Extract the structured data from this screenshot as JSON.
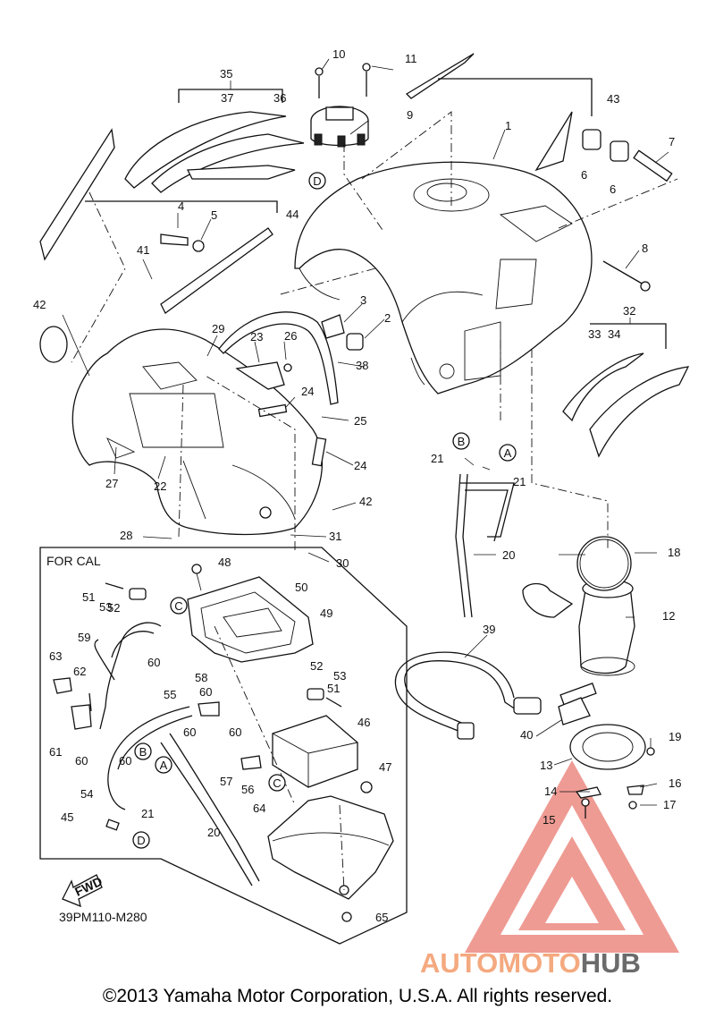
{
  "diagram": {
    "part_numbers": [
      "1",
      "2",
      "3",
      "4",
      "5",
      "6",
      "7",
      "8",
      "9",
      "10",
      "11",
      "12",
      "13",
      "14",
      "15",
      "16",
      "17",
      "18",
      "19",
      "20",
      "21",
      "22",
      "23",
      "24",
      "25",
      "26",
      "27",
      "28",
      "29",
      "30",
      "31",
      "32",
      "33",
      "34",
      "35",
      "36",
      "37",
      "38",
      "39",
      "40",
      "41",
      "42",
      "43",
      "44",
      "45",
      "46",
      "47",
      "48",
      "49",
      "50",
      "51",
      "52",
      "53",
      "54",
      "55",
      "56",
      "57",
      "58",
      "59",
      "60",
      "61",
      "62",
      "63",
      "64",
      "65"
    ],
    "reference_markers": [
      "A",
      "B",
      "C",
      "D"
    ],
    "inset_title": "FOR CAL",
    "direction_label": "FWD",
    "diagram_code": "39PM110-M280"
  },
  "watermark": {
    "brand": "AUTOMOTOHUB",
    "brand_part1": "AUTOMOTO",
    "brand_part2": "HUB",
    "colors": {
      "logo": "#e8776f",
      "part1": "#f4a97f",
      "part2": "#6b6b6b"
    }
  },
  "footer": {
    "copyright": "©2013 Yamaha Motor Corporation, U.S.A. All rights reserved."
  }
}
